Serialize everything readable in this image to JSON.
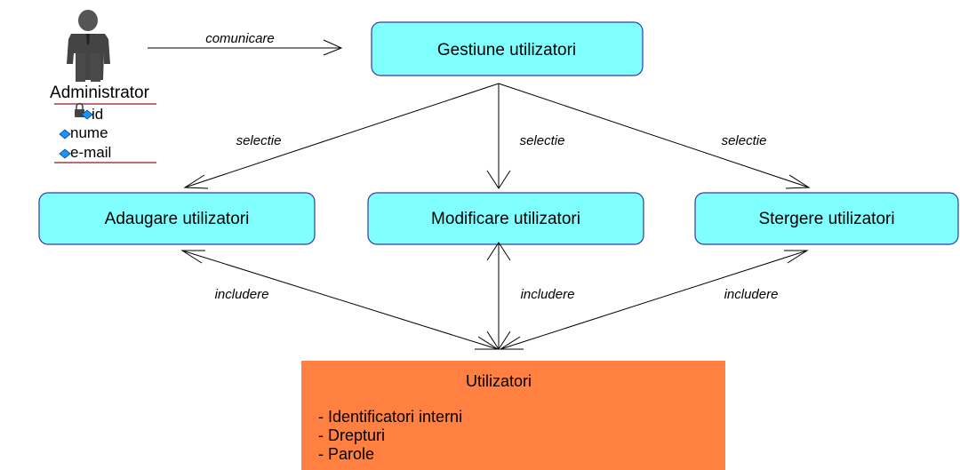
{
  "actor": {
    "name": "Administrator",
    "attributes": [
      "id",
      "nume",
      "e-mail"
    ]
  },
  "edges": {
    "communication": "comunicare",
    "select_left": "selectie",
    "select_center": "selectie",
    "select_right": "selectie",
    "include_left": "includere",
    "include_center": "includere",
    "include_right": "includere"
  },
  "use_cases": {
    "manage": "Gestiune utilizatori",
    "add": "Adaugare utilizatori",
    "modify": "Modificare utilizatori",
    "delete": "Stergere utilizatori"
  },
  "data_store": {
    "title": "Utilizatori",
    "items": [
      "- Identificatori interni",
      "- Drepturi",
      "- Parole"
    ]
  },
  "colors": {
    "use_case_fill": "#80ffff",
    "use_case_border": "#3a3aa0",
    "data_store_fill": "#ff8040",
    "attribute_separator": "#8b1a1a"
  }
}
